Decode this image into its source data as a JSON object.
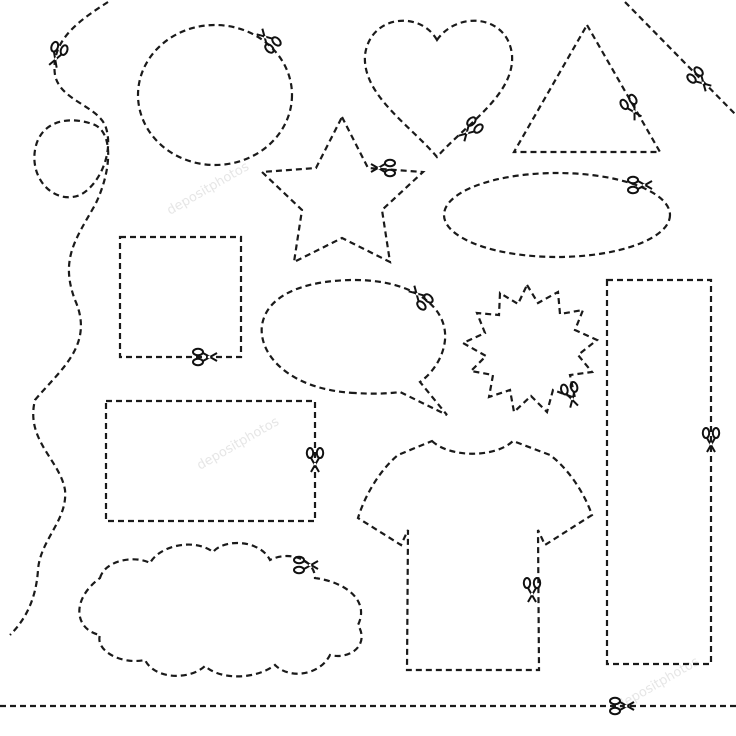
{
  "watermark": {
    "text": "depositphotos"
  },
  "colors": {
    "background": "#ffffff",
    "line": "#1a1a1a"
  },
  "icons": {
    "scissors": "scissors-icon"
  },
  "shapes": [
    "dashed-spiral-line",
    "dashed-circle",
    "dashed-heart",
    "dashed-triangle",
    "dashed-diagonal-line",
    "dashed-star",
    "dashed-ellipse",
    "dashed-square",
    "dashed-speech-bubble",
    "dashed-starburst",
    "dashed-tall-rectangle",
    "dashed-rectangle",
    "dashed-tshirt",
    "dashed-cloud",
    "dashed-bottom-line"
  ]
}
